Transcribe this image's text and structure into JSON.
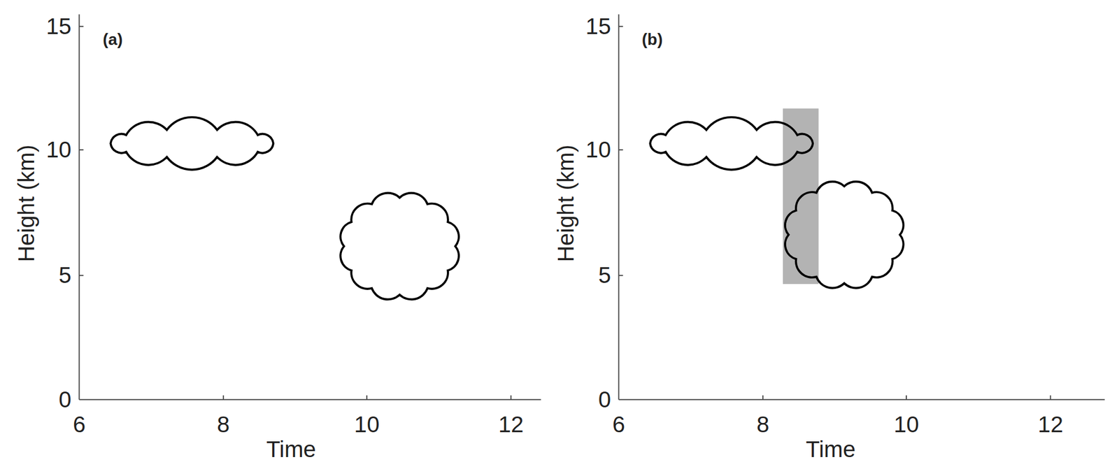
{
  "diagram": {
    "labels": [
      "(a)",
      "15",
      "10",
      "5",
      "0",
      "6",
      "8",
      "10",
      "12",
      "Height (km)",
      "Time",
      "(b)",
      "15",
      "10",
      "5",
      "0",
      "6",
      "8",
      "10",
      "12",
      "Height (km)",
      "Time"
    ]
  }
}
